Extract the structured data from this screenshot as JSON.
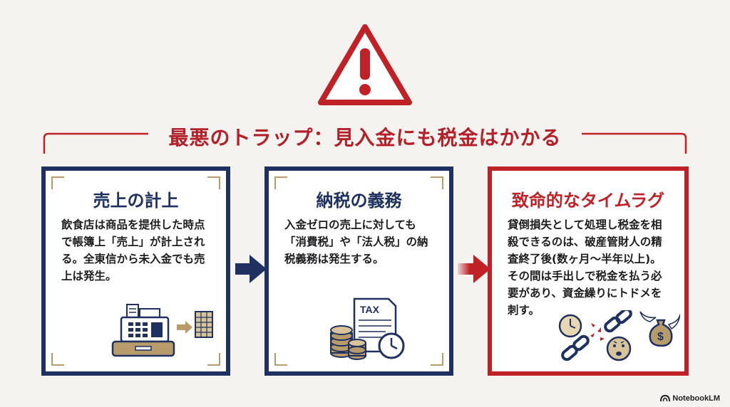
{
  "title": "最悪のトラップ：見入金にも税金はかかる",
  "cards": [
    {
      "heading": "売上の計上",
      "body": "飲食店は商品を提供した時点で帳簿上「売上」が計上される。全東信から未入金でも売上は発生。",
      "icon": "cash-register-icon"
    },
    {
      "heading": "納税の義務",
      "body": "入金ゼロの売上に対しても「消費税」や「法人税」の納税義務は発生する。",
      "icon": "tax-document-icon",
      "icon_label": "TAX"
    },
    {
      "heading": "致命的なタイムラグ",
      "body": "貸倒損失として処理し税金を相殺できるのは、破産管財人の精査終了後(数ヶ月〜半年以上)。その間は手出しで税金を払う必要があり、資金繰りにトドメを刺す。",
      "icon": "broken-chain-icon",
      "money_label": "$"
    }
  ],
  "brand": "NotebookLM",
  "colors": {
    "navy": "#1e3160",
    "red": "#c02127",
    "gold": "#b89b6a",
    "background": "#f4f3ef"
  }
}
